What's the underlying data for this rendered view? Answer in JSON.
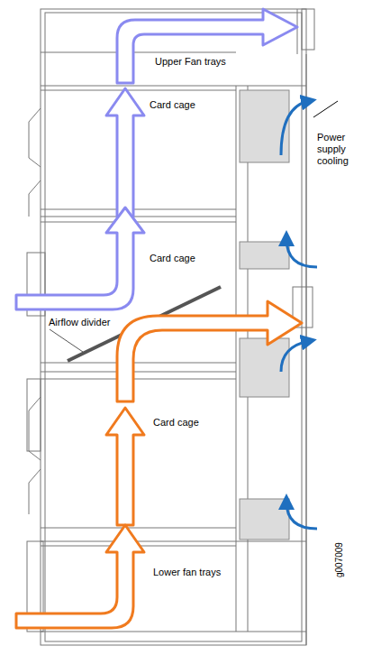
{
  "diagram": {
    "labels": [
      "Upper Fan trays",
      "Card cage",
      "Power supply cooling",
      "Card cage",
      "Airflow divider",
      "Card cage",
      "Lower fan trays",
      "g007009"
    ]
  }
}
